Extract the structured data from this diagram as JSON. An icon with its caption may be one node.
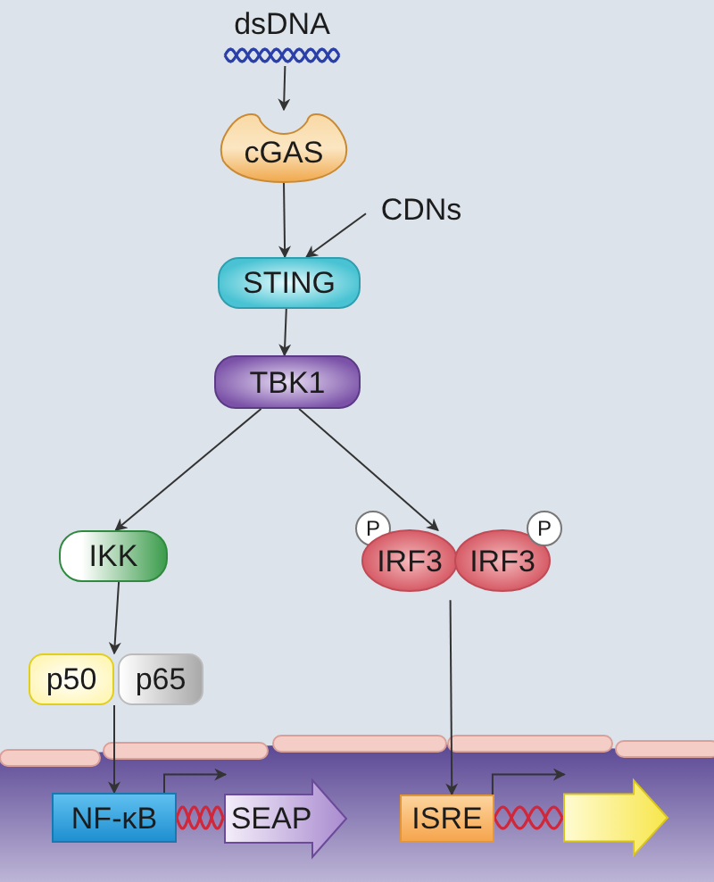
{
  "diagram": {
    "nodes": [
      {
        "text": [
          "dsDNA"
        ]
      },
      {
        "text": [
          "cGAS"
        ]
      },
      {
        "text": [
          "CDNs"
        ]
      },
      {
        "text": [
          "STING"
        ]
      },
      {
        "text": [
          "TBK1"
        ]
      },
      {
        "text": [
          "IKK"
        ]
      },
      {
        "text": [
          "P"
        ]
      },
      {
        "text": [
          "IRF3"
        ]
      },
      {
        "text": [
          "IRF3"
        ]
      },
      {
        "text": [
          "P"
        ]
      },
      {
        "text": [
          "p50"
        ]
      },
      {
        "text": [
          "p65"
        ]
      },
      {
        "text": [
          "NF-κB"
        ]
      },
      {
        "text": [
          "SEAP"
        ]
      },
      {
        "text": [
          "ISRE"
        ]
      },
      {
        "text": [],
        "shape": "arrow"
      }
    ],
    "edges": [
      {
        "from": 0,
        "to": 1,
        "arrow": "to"
      },
      {
        "from": 1,
        "to": 3,
        "arrow": "to"
      },
      {
        "from": 2,
        "to": 3,
        "arrow": "to"
      },
      {
        "from": 3,
        "to": 4,
        "arrow": "to"
      },
      {
        "from": 4,
        "to": 5,
        "arrow": "to"
      },
      {
        "from": 4,
        "to": 7,
        "arrow": "to"
      },
      {
        "from": 5,
        "to": 10,
        "arrow": "to"
      },
      {
        "from": 7,
        "to": 14,
        "arrow": "to"
      },
      {
        "from": 10,
        "to": 12,
        "arrow": "to"
      },
      {
        "from": 12,
        "to": 13,
        "arrow": "to"
      },
      {
        "from": 14,
        "to": 15,
        "arrow": "to"
      }
    ]
  }
}
